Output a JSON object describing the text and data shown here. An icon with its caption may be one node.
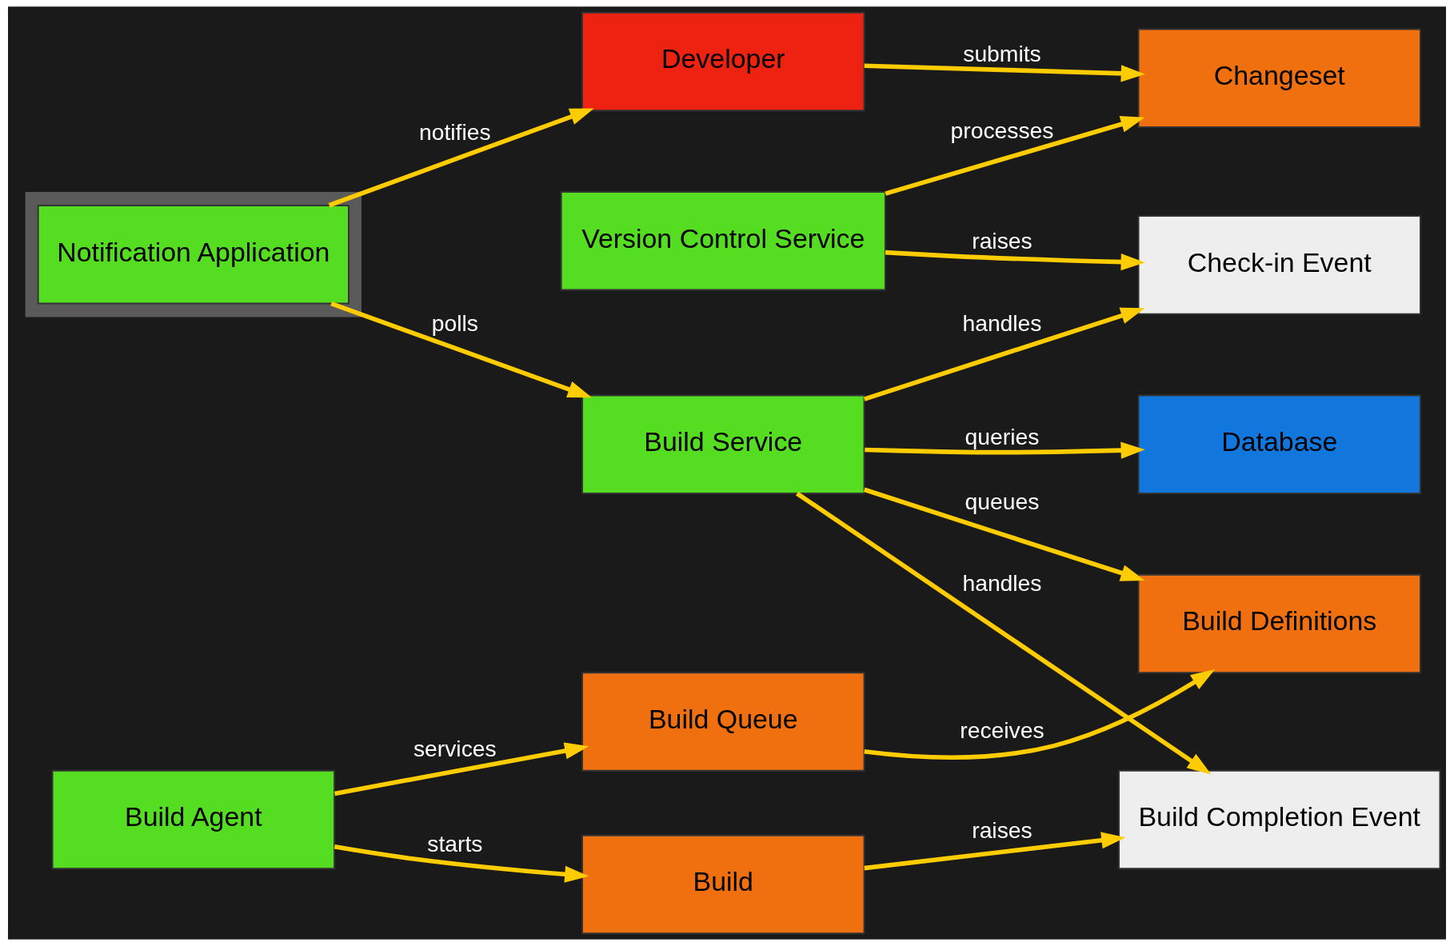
{
  "diagram": {
    "nodes": [
      {
        "text": [],
        "shape": "box"
      },
      {
        "text": [
          "Notification Application"
        ],
        "in": 0
      },
      {
        "text": [
          "Developer"
        ]
      },
      {
        "text": [
          "Changeset"
        ]
      },
      {
        "text": [
          "Version Control Service"
        ]
      },
      {
        "text": [
          "Check-in Event"
        ]
      },
      {
        "text": [
          "Database"
        ]
      },
      {
        "text": [
          "Build Service"
        ]
      },
      {
        "text": [
          "Build Completion Event"
        ]
      },
      {
        "text": [
          "Build Definitions"
        ]
      },
      {
        "text": [
          "Build"
        ]
      },
      {
        "text": [
          "Build Agent"
        ]
      },
      {
        "text": [
          "Build Queue"
        ]
      }
    ],
    "edges": [
      {
        "from": 1,
        "to": 2,
        "arrow": "to",
        "label": "notifies"
      },
      {
        "from": 2,
        "to": 3,
        "arrow": "to",
        "label": "submits"
      },
      {
        "from": 4,
        "to": 3,
        "arrow": "to",
        "label": "processes"
      },
      {
        "from": 4,
        "to": 5,
        "arrow": "to",
        "label": "raises"
      },
      {
        "from": 7,
        "to": 5,
        "arrow": "to",
        "label": "handles"
      },
      {
        "from": 1,
        "to": 7,
        "arrow": "to",
        "label": "polls"
      },
      {
        "from": 7,
        "to": 8,
        "arrow": "to",
        "label": "handles"
      },
      {
        "from": 7,
        "to": 6,
        "arrow": "to",
        "label": "queries"
      },
      {
        "from": 7,
        "to": 9,
        "arrow": "to",
        "label": "queues"
      },
      {
        "from": 10,
        "to": 8,
        "arrow": "to",
        "label": "raises"
      },
      {
        "from": 11,
        "to": 10,
        "arrow": "to",
        "label": "starts"
      },
      {
        "from": 11,
        "to": 12,
        "arrow": "to",
        "label": "services"
      },
      {
        "from": 12,
        "to": 9,
        "arrow": "to",
        "label": "receives"
      }
    ]
  }
}
